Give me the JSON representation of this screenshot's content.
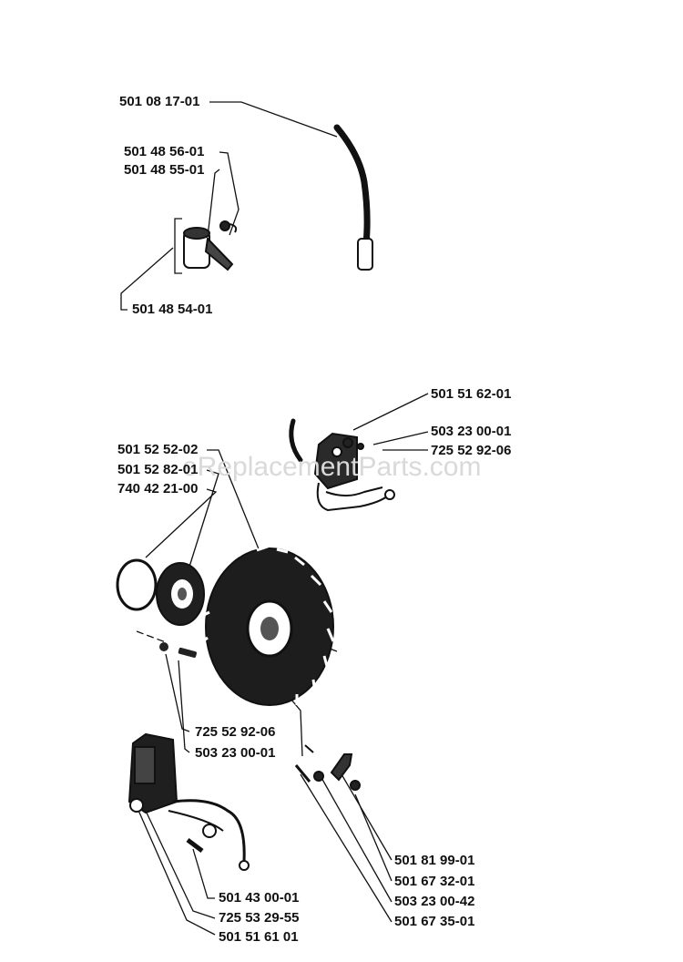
{
  "watermark": "eReplacementParts.com",
  "colors": {
    "ink": "#111111",
    "watermark": "#d9d9d9"
  },
  "labels": {
    "p501081701": "501 08 17-01",
    "p501485601": "501 48 56-01",
    "p501485501": "501 48 55-01",
    "p501485401": "501 48 54-01",
    "p501516201": "501 51 62-01",
    "p503230001a": "503 23 00-01",
    "p725529206a": "725 52 92-06",
    "p501525202": "501 52 52-02",
    "p501528201": "501 52 82-01",
    "p740422100": "740 42 21-00",
    "p725529206b": "725 52 92-06",
    "p503230001b": "503 23 00-01",
    "p501819901": "501 81 99-01",
    "p501673201": "501 67 32-01",
    "p503230042": "503 23 00-42",
    "p501673501": "501 67 35-01",
    "p501430001": "501 43 00-01",
    "p725532955": "725 53 29-55",
    "p501516101": "501 51 61 01"
  }
}
